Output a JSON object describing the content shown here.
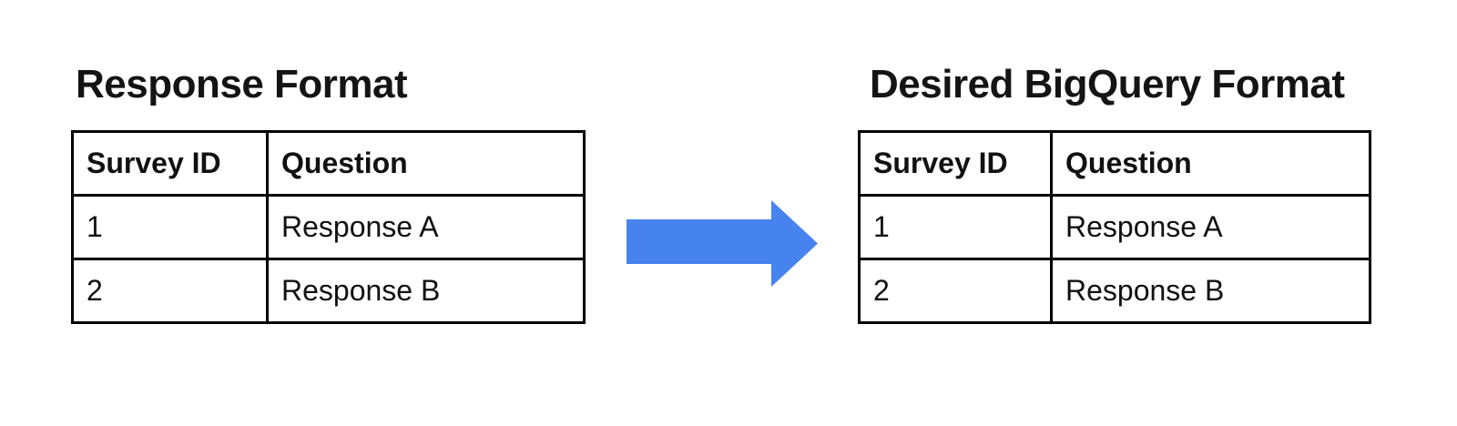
{
  "left_panel": {
    "title": "Response Format",
    "table": {
      "headers": [
        "Survey ID",
        "Question"
      ],
      "rows": [
        [
          "1",
          "Response A"
        ],
        [
          "2",
          "Response B"
        ]
      ]
    }
  },
  "right_panel": {
    "title": "Desired BigQuery Format",
    "table": {
      "headers": [
        "Survey ID",
        "Question"
      ],
      "rows": [
        [
          "1",
          "Response A"
        ],
        [
          "2",
          "Response B"
        ]
      ]
    }
  },
  "arrow": {
    "icon": "right-arrow",
    "direction": "right",
    "color": "#4683ee"
  },
  "colors": {
    "background": "#ffffff",
    "table_border": "#000000",
    "text": "#141414",
    "arrow_blue": "#4683ee"
  }
}
